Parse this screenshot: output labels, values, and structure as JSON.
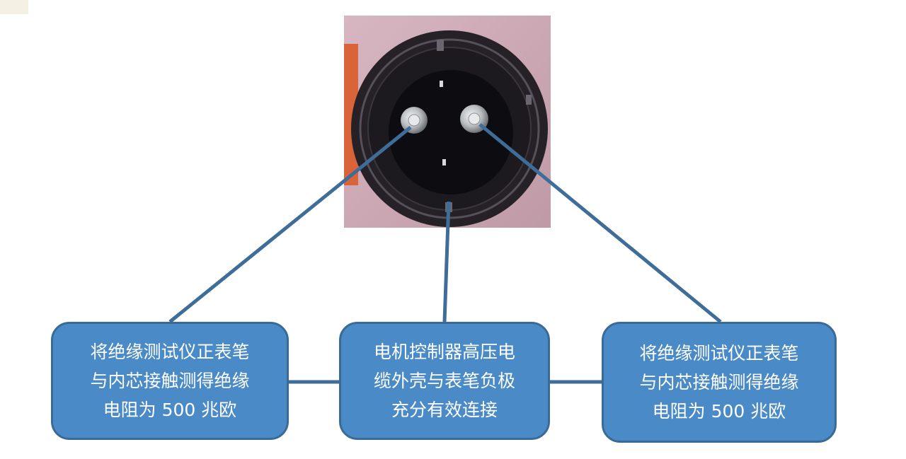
{
  "photo": {
    "icon": "high-voltage-connector-photo",
    "colors": {
      "background": "#c9a6b2",
      "housing": "#262127",
      "insulator": "#0d0c10",
      "pin": "#c7c9cb"
    }
  },
  "connector_color": "#3d6d98",
  "box_fill": "#4a8ac6",
  "box_border": "#3a6b97",
  "boxes": {
    "left": {
      "line1": "将绝缘测试仪正表笔",
      "line2": "与内芯接触测得绝缘",
      "line3": "电阻为 500 兆欧"
    },
    "center": {
      "line1": "电机控制器高压电",
      "line2": "缆外壳与表笔负极",
      "line3": "充分有效连接"
    },
    "right": {
      "line1": "将绝缘测试仪正表笔",
      "line2": "与内芯接触测得绝缘",
      "line3": "电阻为 500 兆欧"
    }
  }
}
